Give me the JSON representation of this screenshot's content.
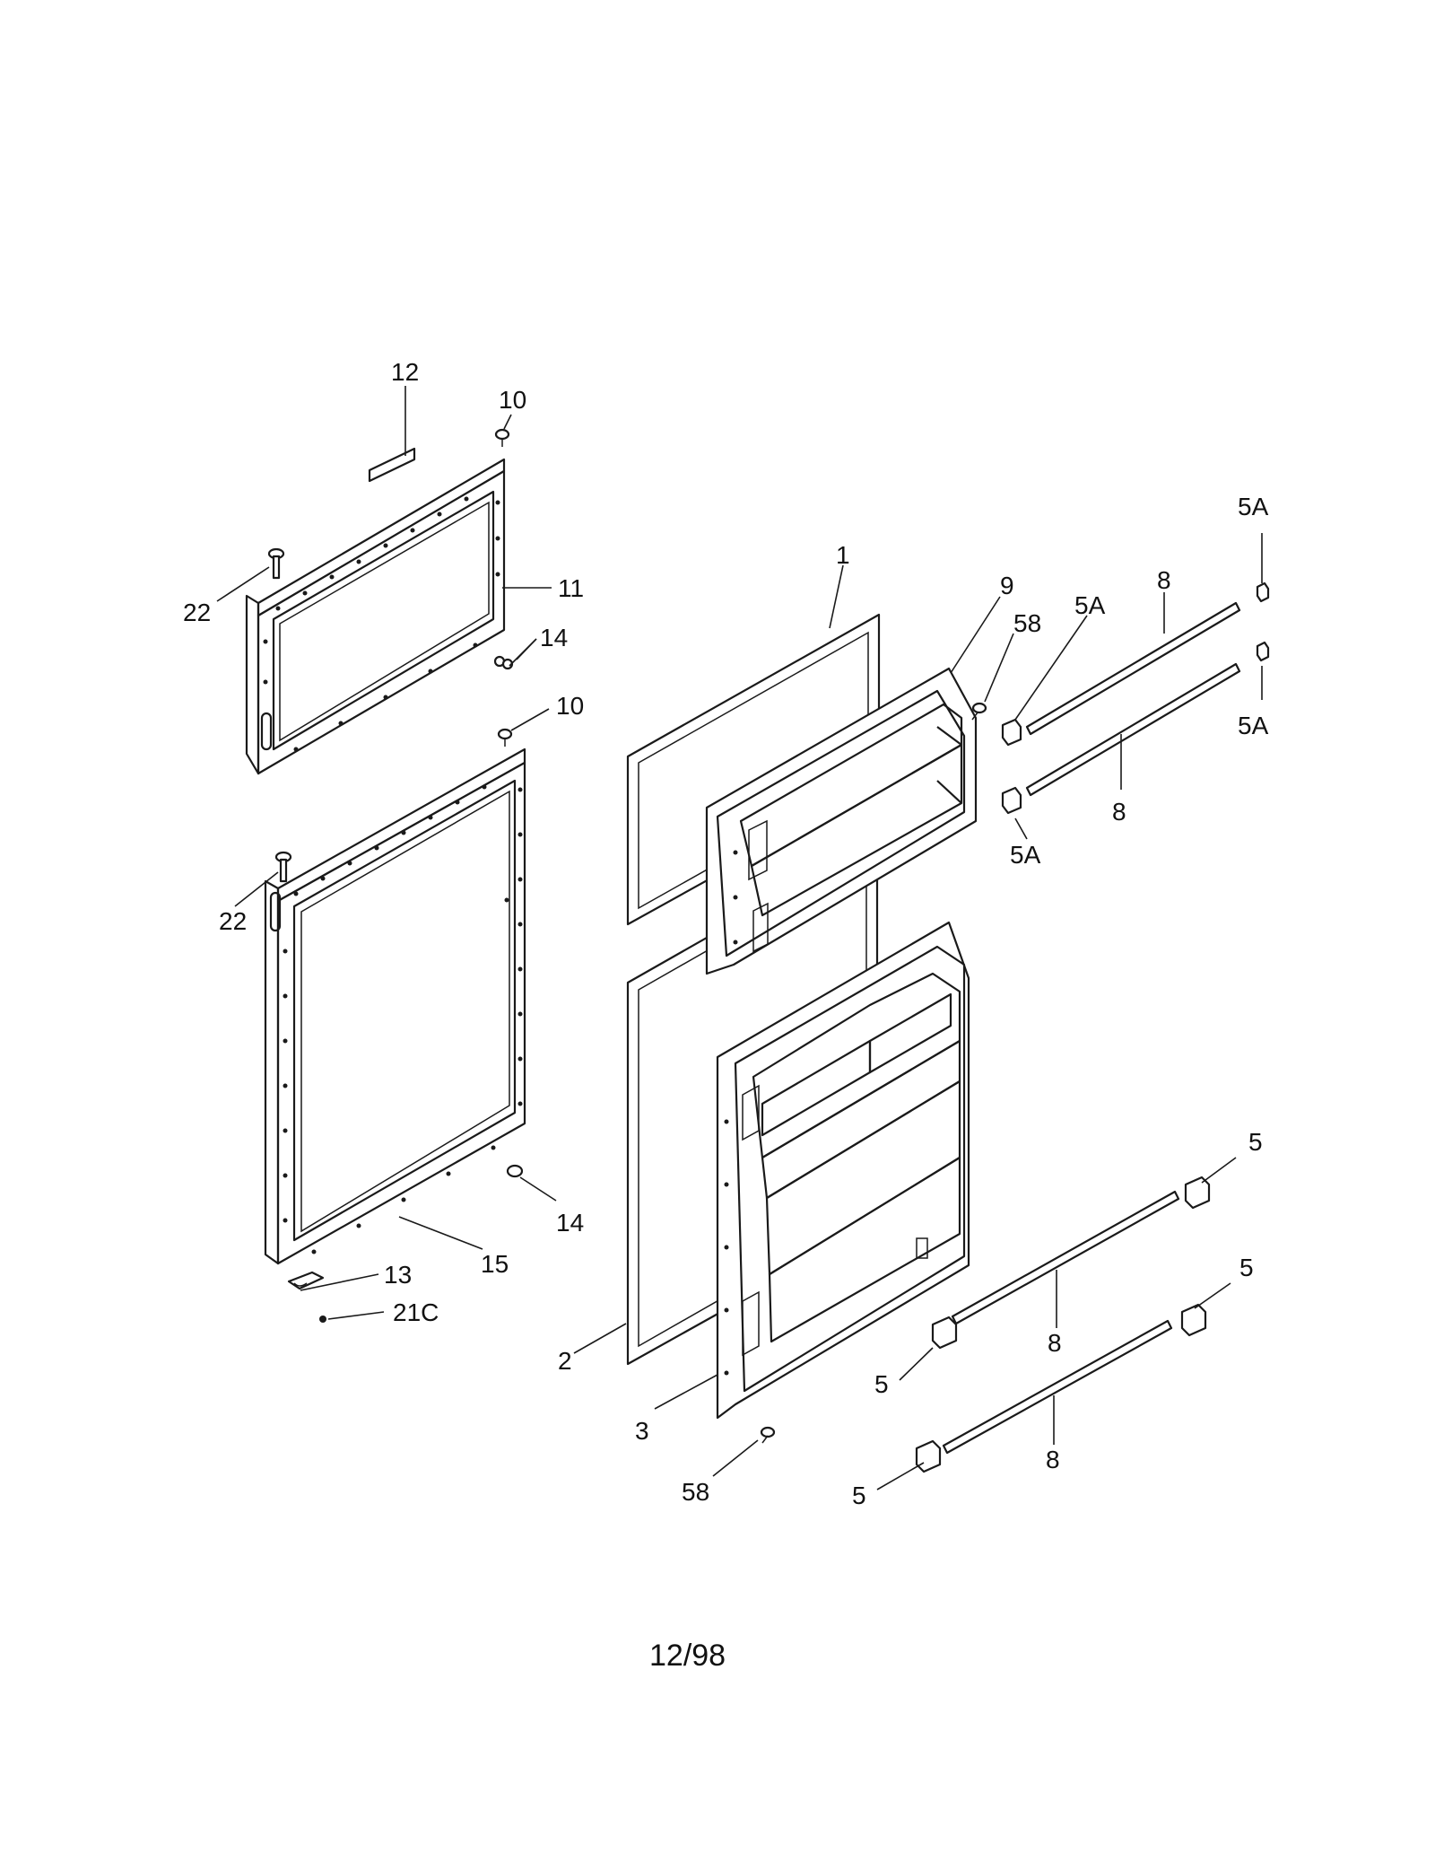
{
  "labels": {
    "l12": "12",
    "l10_top": "10",
    "l11": "11",
    "l22_top": "22",
    "l14_top": "14",
    "l10_mid": "10",
    "l22_mid": "22",
    "l14_bot": "14",
    "l15": "15",
    "l13": "13",
    "l21c": "21C",
    "l1": "1",
    "l9": "9",
    "l58_top": "58",
    "l5a_a": "5A",
    "l8_a": "8",
    "l5a_top": "5A",
    "l5a_right": "5A",
    "l8_b": "8",
    "l5a_b": "5A",
    "l2": "2",
    "l3": "3",
    "l58_bot": "58",
    "l5_r1": "5",
    "l8_c": "8",
    "l5_r2": "5",
    "l5_l1": "5",
    "l8_d": "8",
    "l5_l2": "5"
  },
  "footer": {
    "date_code": "12/98"
  }
}
